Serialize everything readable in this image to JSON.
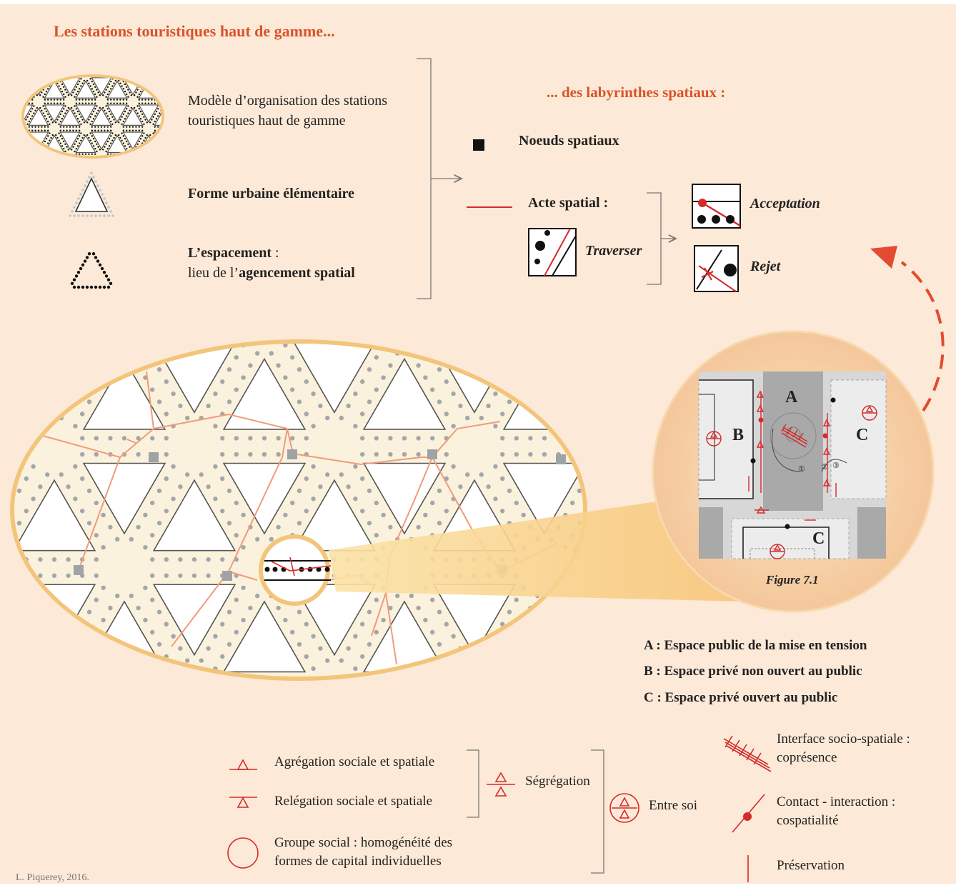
{
  "title": "Les stations touristiques haut de gamme...",
  "subtitle": "... des labyrinthes spatiaux :",
  "legend_left": {
    "model_line1": "Modèle d’organisation des stations",
    "model_line2": "touristiques haut de gamme",
    "forme": "Forme urbaine élémentaire",
    "espacement_part1": "L’espacement",
    "espacement_part2": " :",
    "espacement_line2a": "lieu de l’",
    "espacement_line2b": "agencement spatial"
  },
  "legend_right": {
    "noeuds": "Noeuds spatiaux",
    "acte": "Acte spatial :",
    "traverser": "Traverser",
    "acceptation": "Acceptation",
    "rejet": "Rejet"
  },
  "figure": {
    "label_a": "A",
    "label_b": "B",
    "label_c": "C",
    "label_c2": "C",
    "caption": "Figure 7.1",
    "steps": [
      "①",
      "②",
      "③"
    ]
  },
  "zones": {
    "a": "A : Espace public de la mise en tension",
    "b": "B : Espace privé non ouvert au public",
    "c": "C : Espace privé ouvert au public"
  },
  "bottom_legend": {
    "agregation": "Agrégation sociale et spatiale",
    "relegation": "Relégation sociale et spatiale",
    "groupe_line1": "Groupe social : homogénéité des",
    "groupe_line2": "formes de capital individuelles",
    "segregation": "Ségrégation",
    "entre_soi": "Entre soi",
    "interface_line1": "Interface socio-spatiale :",
    "interface_line2": "coprésence",
    "contact_line1": "Contact - interaction :",
    "contact_line2": "cospatialité",
    "preservation": "Préservation"
  },
  "credit": "L. Piquerey, 2016.",
  "colors": {
    "background": "#fde9d7",
    "accent": "#d9532b",
    "line_red": "#d42a2a",
    "ellipse_fill": "#fbf2de",
    "ellipse_border": "#f0b85e",
    "network": "#f29a7a"
  }
}
